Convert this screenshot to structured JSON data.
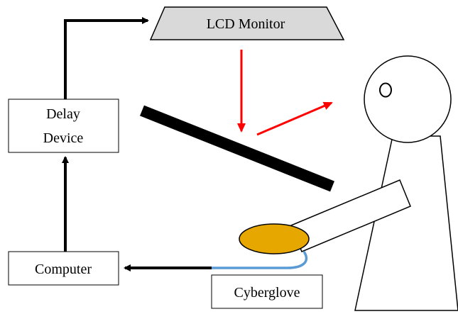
{
  "labels": {
    "monitor": "LCD Monitor",
    "delay_line1": "Delay",
    "delay_line2": "Device",
    "computer": "Computer",
    "cyberglove": "Cyberglove"
  },
  "colors": {
    "monitor_fill": "#d9d9d9",
    "light_ray": "#ff0000",
    "mirror": "#000000",
    "hand": "#e6a800",
    "glove_cable": "#5b9bd5",
    "signal_arrow": "#000000"
  }
}
